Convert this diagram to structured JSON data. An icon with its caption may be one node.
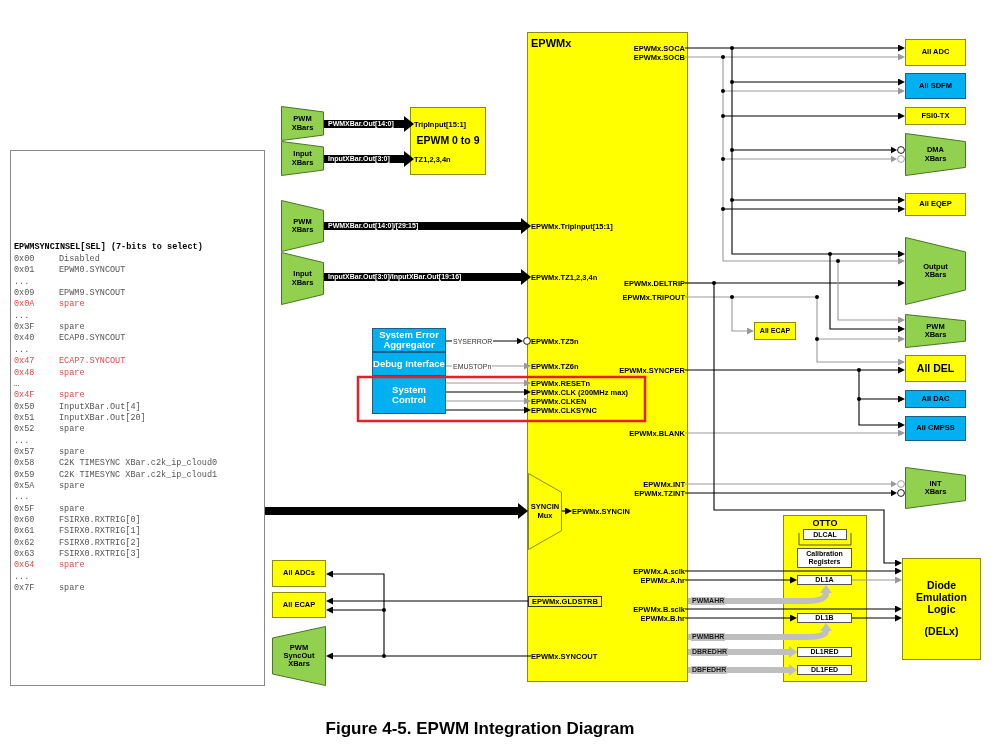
{
  "diagram": {
    "caption": "Figure 4-5. EPWM Integration Diagram",
    "nodes": [
      {
        "text": [
          "PWM XBars"
        ]
      },
      {
        "text": [
          "Input XBars"
        ]
      },
      {
        "text": [
          "EPWM 0 to 9"
        ]
      },
      {
        "text": [
          "TripInput[15:1]"
        ],
        "in": 2
      },
      {
        "text": [
          "TZ1,2,3,4n"
        ],
        "in": 2
      },
      {
        "text": [
          "PWM XBars"
        ]
      },
      {
        "text": [
          "Input XBars"
        ]
      },
      {
        "text": [
          "System Error Aggregator"
        ]
      },
      {
        "text": [
          "Debug Interface"
        ]
      },
      {
        "text": [
          "System Control"
        ]
      },
      {
        "text": [
          "EPWMSYNCINSEL[SEL] (7-bits to select)",
          "0x00",
          "Disabled",
          "0x01",
          "EPWM0.SYNCOUT",
          "...",
          "0x09",
          "EPWM9.SYNCOUT",
          "0x0A",
          "spare",
          "...",
          "0x3F",
          "spare",
          "0x40",
          "ECAP0.SYNCOUT",
          "...",
          "0x47",
          "ECAP7.SYNCOUT",
          "0x48",
          "spare",
          "…",
          "0x4F",
          "spare",
          "0x50",
          "InputXBar.Out[4]",
          "0x51",
          "InputXBar.Out[20]",
          "0x52",
          "spare",
          "...",
          "0x57",
          "spare",
          "0x58",
          "C2K TIMESYNC XBar.c2k_ip_cloud0",
          "0x59",
          "C2K TIMESYNC XBar.c2k_ip_cloud1",
          "0x5A",
          "spare",
          "...",
          "0x5F",
          "spare",
          "0x60",
          "FSIRX0.RXTRIG[0]",
          "0x61",
          "FSIRX0.RXTRIG[1]",
          "0x62",
          "FSIRX0.RXTRIG[2]",
          "0x63",
          "FSIRX0.RXTRIG[3]",
          "0x64",
          "spare",
          "...",
          "0x7F",
          "spare"
        ]
      },
      {
        "text": [
          "All ADCs"
        ]
      },
      {
        "text": [
          "All ECAP"
        ]
      },
      {
        "text": [
          "PWM SyncOut XBars"
        ]
      },
      {
        "text": [
          "EPWMx"
        ]
      },
      {
        "text": [
          "EPWMx.SOCA"
        ],
        "in": 14
      },
      {
        "text": [
          "EPWMx.SOCB"
        ],
        "in": 14
      },
      {
        "text": [
          "EPWMx.TripInput[15:1]"
        ],
        "in": 14
      },
      {
        "text": [
          "EPWMx.TZ1,2,3,4n"
        ],
        "in": 14
      },
      {
        "text": [
          "EPWMx.DELTRIP"
        ],
        "in": 14
      },
      {
        "text": [
          "EPWMx.TRIPOUT"
        ],
        "in": 14
      },
      {
        "text": [
          "EPWMx.TZ5n"
        ],
        "in": 14
      },
      {
        "text": [
          "EPWMx.TZ6n"
        ],
        "in": 14
      },
      {
        "text": [
          "EPWMx.SYNCPER"
        ],
        "in": 14
      },
      {
        "text": [
          "EPWMx.RESETn"
        ],
        "in": 14
      },
      {
        "text": [
          "EPWMx.CLK (200MHz max)"
        ],
        "in": 14
      },
      {
        "text": [
          "EPWMx.CLKEN"
        ],
        "in": 14
      },
      {
        "text": [
          "EPWMx.CLKSYNC"
        ],
        "in": 14
      },
      {
        "text": [
          "EPWMx.BLANK"
        ],
        "in": 14
      },
      {
        "text": [
          "EPWMx.INT"
        ],
        "in": 14
      },
      {
        "text": [
          "EPWMx.TZINT"
        ],
        "in": 14
      },
      {
        "text": [
          "SYNCIN Mux"
        ],
        "in": 14
      },
      {
        "text": [
          "EPWMx.SYNCIN"
        ],
        "in": 14
      },
      {
        "text": [
          "EPWMx.A.sclk"
        ],
        "in": 14
      },
      {
        "text": [
          "EPWMx.A.hr"
        ],
        "in": 14
      },
      {
        "text": [
          "EPWMx.GLDSTRB"
        ],
        "in": 14
      },
      {
        "text": [
          "EPWMx.B.sclk"
        ],
        "in": 14
      },
      {
        "text": [
          "EPWMx.B.hr"
        ],
        "in": 14
      },
      {
        "text": [
          "EPWMx.SYNCOUT"
        ],
        "in": 14
      },
      {
        "text": [
          "All ADC"
        ]
      },
      {
        "text": [
          "All SDFM"
        ]
      },
      {
        "text": [
          "FSI0-TX"
        ]
      },
      {
        "text": [
          "DMA XBars"
        ]
      },
      {
        "text": [
          "All EQEP"
        ]
      },
      {
        "text": [
          "Output XBars"
        ]
      },
      {
        "text": [
          "All ECAP"
        ]
      },
      {
        "text": [
          "PWM XBars"
        ]
      },
      {
        "text": [
          "All DEL"
        ]
      },
      {
        "text": [
          "All DAC"
        ]
      },
      {
        "text": [
          "All CMPSS"
        ]
      },
      {
        "text": [
          "INT XBars"
        ]
      },
      {
        "text": [
          "OTTO"
        ]
      },
      {
        "text": [
          "DLCAL"
        ],
        "in": 51
      },
      {
        "text": [
          "Calibration Registers"
        ],
        "in": 51
      },
      {
        "text": [
          "DL1A"
        ],
        "in": 51
      },
      {
        "text": [
          "DL1B"
        ],
        "in": 51
      },
      {
        "text": [
          "DL1RED"
        ],
        "in": 51
      },
      {
        "text": [
          "DL1FED"
        ],
        "in": 51
      },
      {
        "text": [
          "Diode Emulation Logic",
          "(DELx)"
        ]
      }
    ],
    "edges": [
      {
        "from": 0,
        "to": 3,
        "arrow": "to",
        "label": "PWMXBar.Out[14:0]",
        "style": "thick"
      },
      {
        "from": 1,
        "to": 4,
        "arrow": "to",
        "label": "InputXBar.Out[3:0]",
        "style": "thick"
      },
      {
        "from": 5,
        "to": 17,
        "arrow": "to",
        "label": "PWMXBar.Out[14:0]/[29:15]",
        "style": "thick"
      },
      {
        "from": 6,
        "to": 18,
        "arrow": "to",
        "label": "InputXBar.Out[3:0]/InputXBar.Out[19:16]",
        "style": "thick"
      },
      {
        "from": 7,
        "to": 21,
        "arrow": "to",
        "label": "SYSERROR"
      },
      {
        "from": 8,
        "to": 22,
        "arrow": "to",
        "label": "EMUSTOPn",
        "color": "#999999"
      },
      {
        "from": 9,
        "to": 24,
        "arrow": "to",
        "color": "#999999"
      },
      {
        "from": 9,
        "to": 25,
        "arrow": "to"
      },
      {
        "from": 9,
        "to": 26,
        "arrow": "to",
        "color": "#999999"
      },
      {
        "from": 9,
        "to": 27,
        "arrow": "to"
      },
      {
        "from": 10,
        "to": 31,
        "arrow": "to",
        "style": "thick"
      },
      {
        "from": 31,
        "to": 32,
        "arrow": "to"
      },
      {
        "from": 15,
        "to": 39,
        "arrow": "to"
      },
      {
        "from": 16,
        "to": 39,
        "arrow": "to",
        "color": "#999999"
      },
      {
        "from": 15,
        "to": 40,
        "arrow": "to"
      },
      {
        "from": 16,
        "to": 40,
        "arrow": "to",
        "color": "#999999"
      },
      {
        "from": 16,
        "to": 41,
        "arrow": "to"
      },
      {
        "from": 15,
        "to": 42,
        "arrow": "to"
      },
      {
        "from": 16,
        "to": 42,
        "arrow": "to",
        "color": "#999999"
      },
      {
        "from": 15,
        "to": 43,
        "arrow": "to"
      },
      {
        "from": 16,
        "to": 43,
        "arrow": "to"
      },
      {
        "from": 15,
        "to": 44,
        "arrow": "to"
      },
      {
        "from": 16,
        "to": 44,
        "arrow": "to",
        "color": "#999999"
      },
      {
        "from": 19,
        "to": 44,
        "arrow": "to"
      },
      {
        "from": 16,
        "to": 46,
        "arrow": "to",
        "color": "#999999"
      },
      {
        "from": 15,
        "to": 46,
        "arrow": "to"
      },
      {
        "from": 20,
        "to": 45,
        "arrow": "to",
        "color": "#999999"
      },
      {
        "from": 20,
        "to": 46,
        "arrow": "to",
        "color": "#999999"
      },
      {
        "from": 20,
        "to": 47,
        "arrow": "to",
        "color": "#999999"
      },
      {
        "from": 23,
        "to": 47,
        "arrow": "to"
      },
      {
        "from": 23,
        "to": 48,
        "arrow": "to"
      },
      {
        "from": 23,
        "to": 49,
        "arrow": "to"
      },
      {
        "from": 28,
        "to": 49,
        "arrow": "to",
        "color": "#999999"
      },
      {
        "from": 29,
        "to": 50,
        "arrow": "to",
        "color": "#999999"
      },
      {
        "from": 30,
        "to": 50,
        "arrow": "to"
      },
      {
        "from": 19,
        "to": 58,
        "arrow": "to"
      },
      {
        "from": 33,
        "to": 58,
        "arrow": "to"
      },
      {
        "from": 34,
        "to": 54,
        "arrow": "to"
      },
      {
        "from": 54,
        "to": 58,
        "arrow": "to",
        "color": "#999999"
      },
      {
        "from": 36,
        "to": 58,
        "arrow": "to"
      },
      {
        "from": 37,
        "to": 55,
        "arrow": "to"
      },
      {
        "from": 55,
        "to": 58,
        "arrow": "to"
      },
      {
        "from": 14,
        "to": 54,
        "arrow": "to",
        "label": "PWMAHR",
        "style": "thick",
        "color": "#bfbfbf"
      },
      {
        "from": 14,
        "to": 55,
        "arrow": "to",
        "label": "PWMBHR",
        "style": "thick",
        "color": "#bfbfbf"
      },
      {
        "from": 14,
        "to": 56,
        "arrow": "to",
        "label": "DBREDHR",
        "style": "thick",
        "color": "#bfbfbf"
      },
      {
        "from": 14,
        "to": 57,
        "arrow": "to",
        "label": "DBFEDHR",
        "style": "thick",
        "color": "#bfbfbf"
      },
      {
        "from": 35,
        "to": 12,
        "arrow": "to"
      },
      {
        "from": 38,
        "to": 11,
        "arrow": "to"
      },
      {
        "from": 38,
        "to": 12,
        "arrow": "to"
      },
      {
        "from": 38,
        "to": 13,
        "arrow": "to"
      }
    ]
  }
}
